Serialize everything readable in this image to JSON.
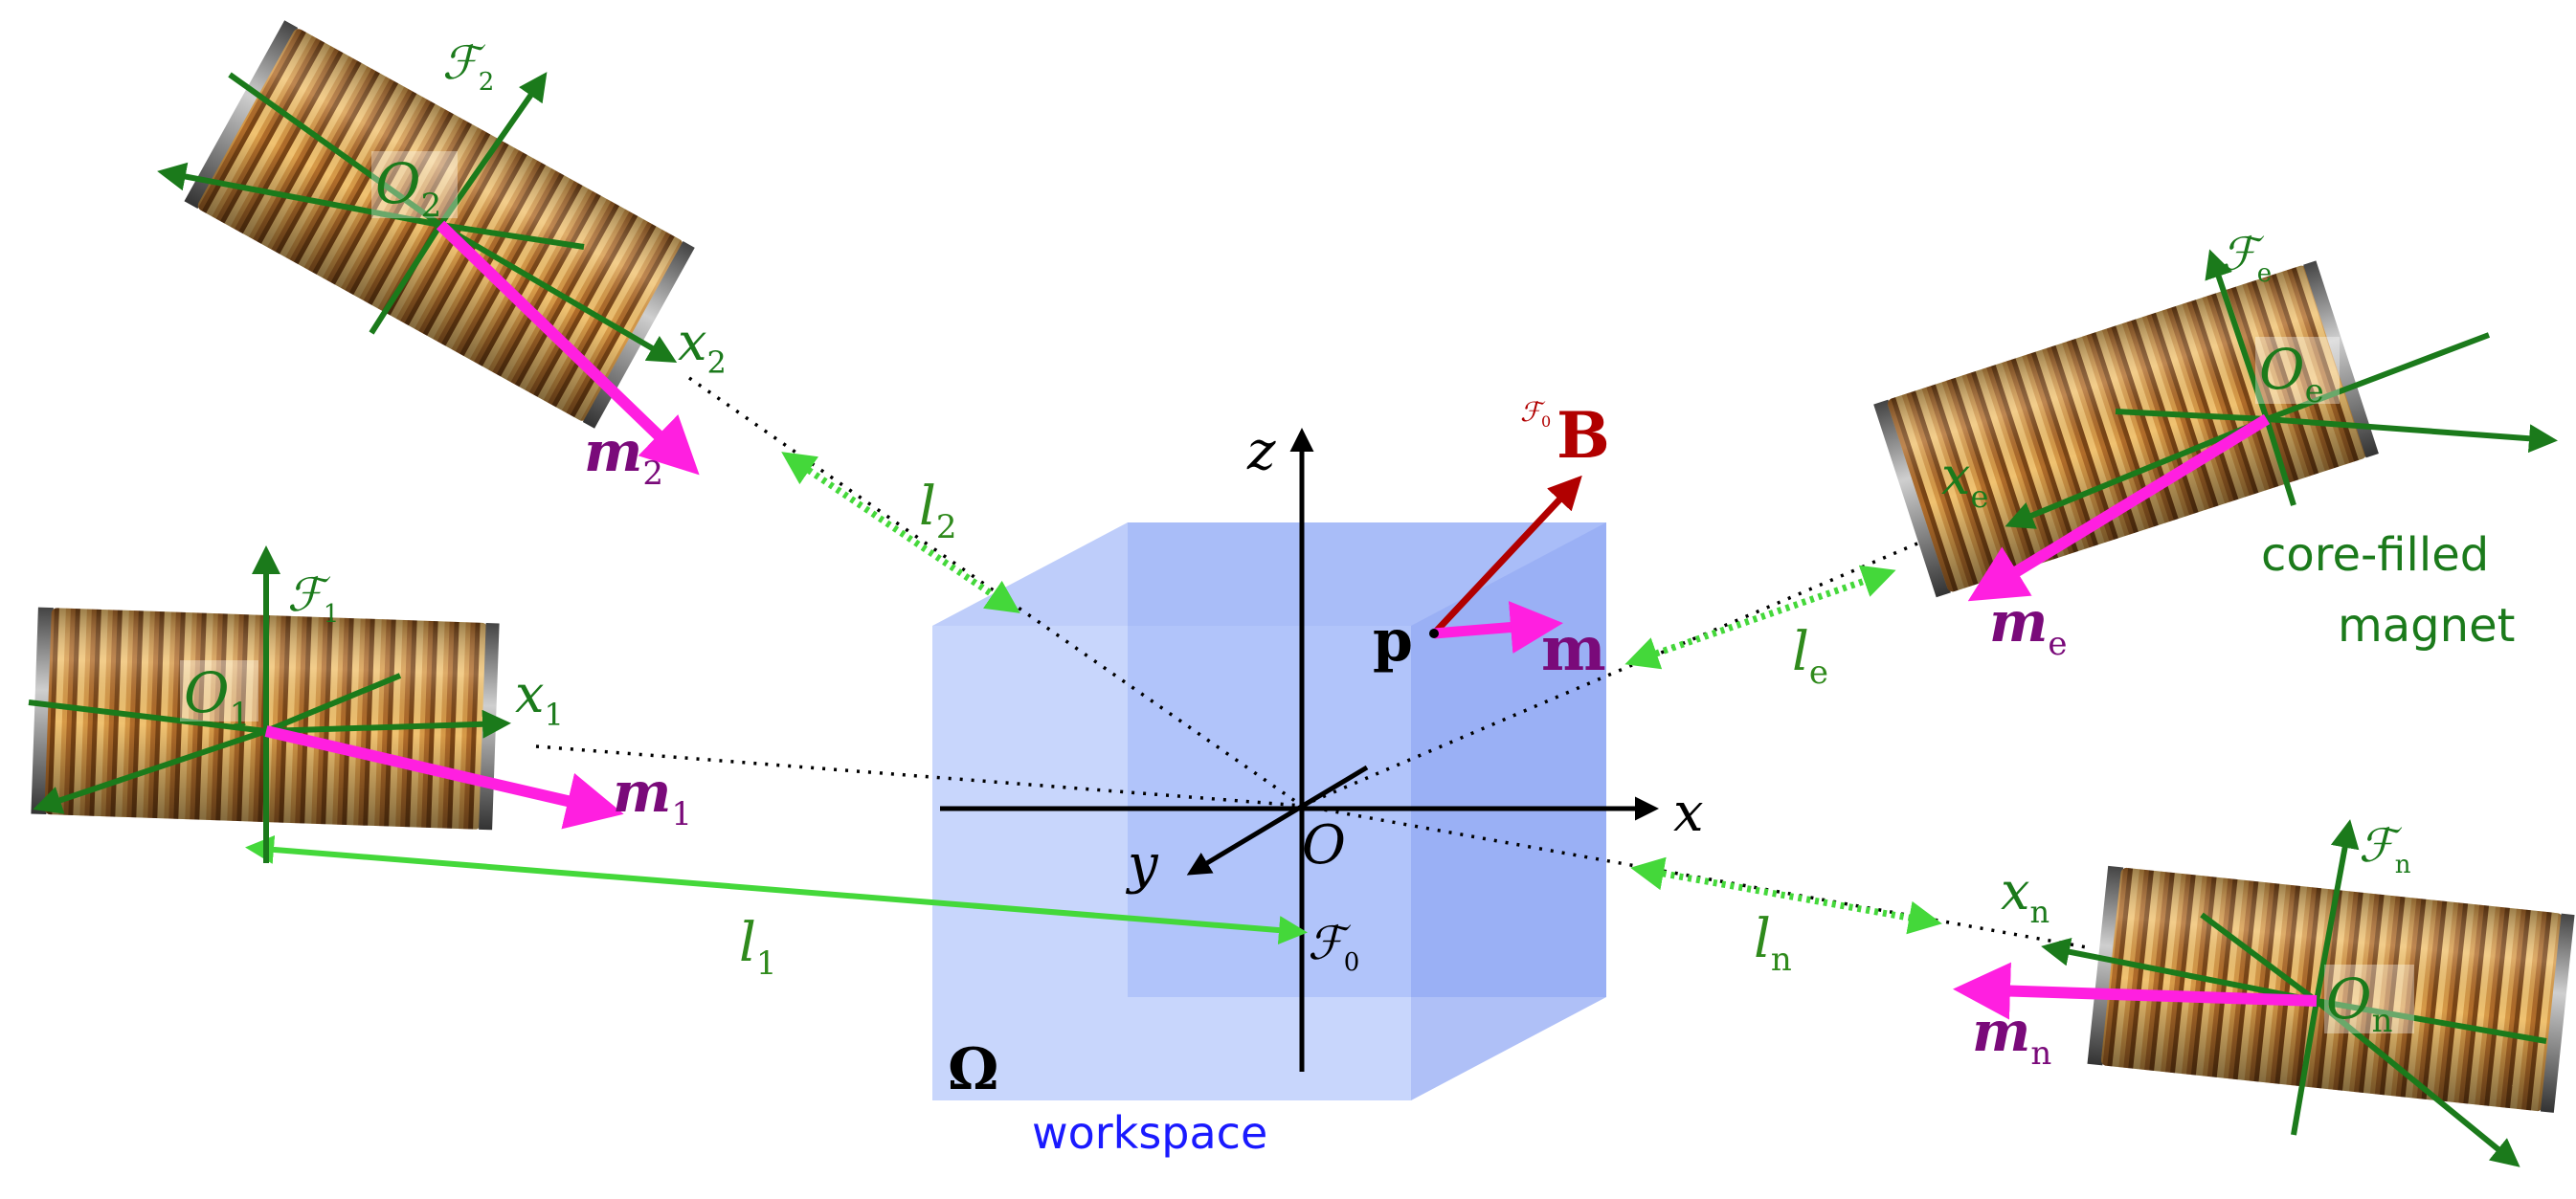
{
  "colors": {
    "frame": "#1b7a1b",
    "moment": "#ff1fe0",
    "moment_label": "#7a0a7a",
    "distance": "#44d83a",
    "distance_label": "#2f8a1c",
    "field": "#b10000",
    "workspace_front": "#b3c6fb",
    "workspace_back": "#9db3f6",
    "workspace_text": "#1a1aff",
    "coil": "#b8742d"
  },
  "icons": {
    "coil": "copper-coil-icon"
  },
  "workspace": {
    "omega_symbol": "Ω",
    "caption": "workspace"
  },
  "world_axes": {
    "x": "x",
    "y": "y",
    "z": "z",
    "origin": "O",
    "frame": {
      "symbol": "ℱ",
      "sub": "0"
    }
  },
  "field": {
    "point": "p",
    "moment": "m",
    "B": "B",
    "frame_sup": {
      "symbol": "ℱ",
      "sub": "0"
    }
  },
  "magnets": [
    {
      "id": "1",
      "origin": "O",
      "sub": "1",
      "frame": "ℱ",
      "axis": "x",
      "moment": "m",
      "dist": "l"
    },
    {
      "id": "2",
      "origin": "O",
      "sub": "2",
      "frame": "ℱ",
      "axis": "x",
      "moment": "m",
      "dist": "l"
    },
    {
      "id": "e",
      "origin": "O",
      "sub": "e",
      "frame": "ℱ",
      "axis": "x",
      "moment": "m",
      "dist": "l"
    },
    {
      "id": "n",
      "origin": "O",
      "sub": "n",
      "frame": "ℱ",
      "axis": "x",
      "moment": "m",
      "dist": "l"
    }
  ],
  "core_label": {
    "line1": "core-filled",
    "line2": "magnet"
  }
}
